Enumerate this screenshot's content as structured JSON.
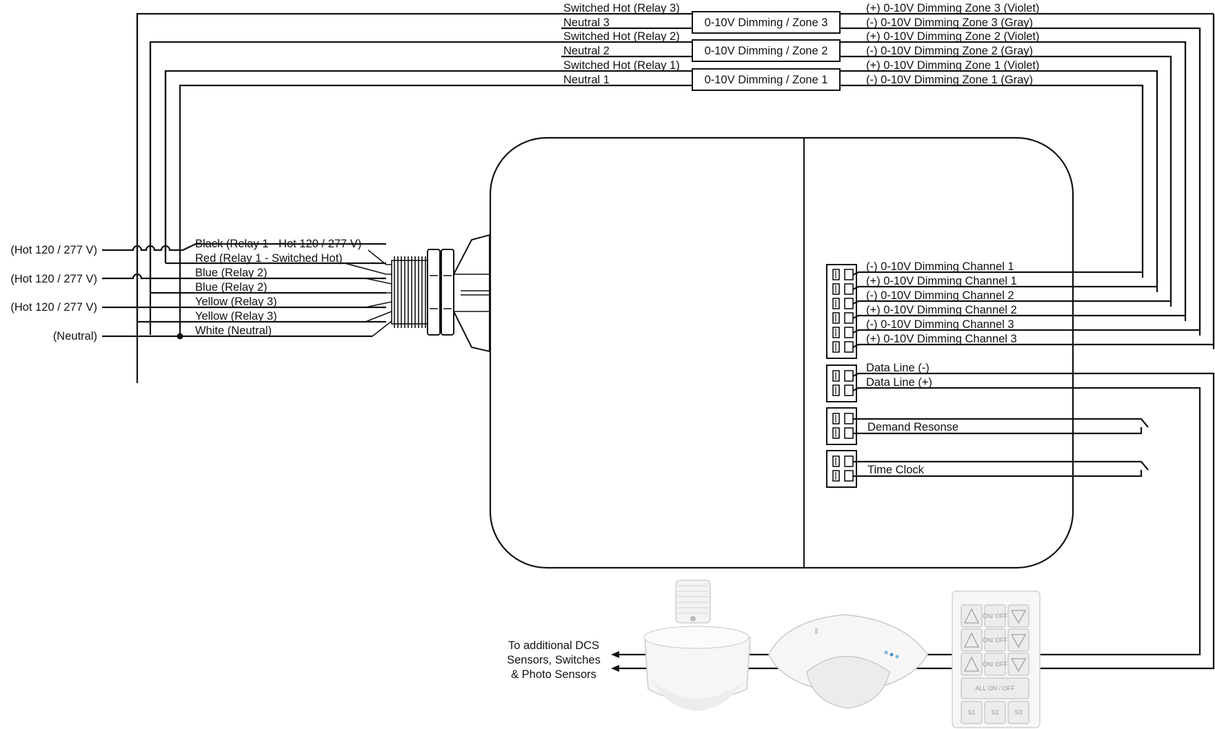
{
  "zones": [
    {
      "hot": "Switched Hot (Relay 3)",
      "neutral": "Neutral 3",
      "box": "0-10V Dimming / Zone 3",
      "plus": "(+) 0-10V Dimming Zone 3 (Violet)",
      "minus": "(-) 0-10V Dimming Zone 3 (Gray)"
    },
    {
      "hot": "Switched Hot (Relay 2)",
      "neutral": "Neutral 2",
      "box": "0-10V Dimming / Zone 2",
      "plus": "(+) 0-10V Dimming Zone 2 (Violet)",
      "minus": "(-) 0-10V Dimming Zone 2 (Gray)"
    },
    {
      "hot": "Switched Hot (Relay 1)",
      "neutral": "Neutral 1",
      "box": "0-10V Dimming / Zone 1",
      "plus": "(+) 0-10V Dimming Zone 1 (Violet)",
      "minus": "(-) 0-10V Dimming Zone 1 (Gray)"
    }
  ],
  "supply": {
    "hot1": "(Hot 120 / 277 V)",
    "hot2": "(Hot 120 / 277 V)",
    "hot3": "(Hot 120 / 277 V)",
    "neutral": "(Neutral)"
  },
  "leads": [
    "Black (Relay 1 - Hot 120 / 277 V)",
    "Red (Relay 1 - Switched Hot)",
    "Blue (Relay 2)",
    "Blue (Relay 2)",
    "Yellow (Relay 3)",
    "Yellow (Relay 3)",
    "White (Neutral)"
  ],
  "channels": [
    "(-) 0-10V Dimming Channel 1",
    "(+) 0-10V Dimming Channel 1",
    "(-) 0-10V Dimming Channel 2",
    "(+) 0-10V Dimming Channel 2",
    "(-) 0-10V Dimming Channel 3",
    "(+) 0-10V Dimming Channel 3"
  ],
  "data_lines": [
    "Data Line (-)",
    "Data Line (+)"
  ],
  "demand_response": "Demand Resonse",
  "time_clock": "Time Clock",
  "dcs_note": [
    "To additional DCS",
    "Sensors, Switches",
    "& Photo Sensors"
  ],
  "keypad": {
    "on_off": "ON/ OFF",
    "all": "ALL ON / OFF",
    "scenes": [
      "S1",
      "S2",
      "S3"
    ]
  }
}
